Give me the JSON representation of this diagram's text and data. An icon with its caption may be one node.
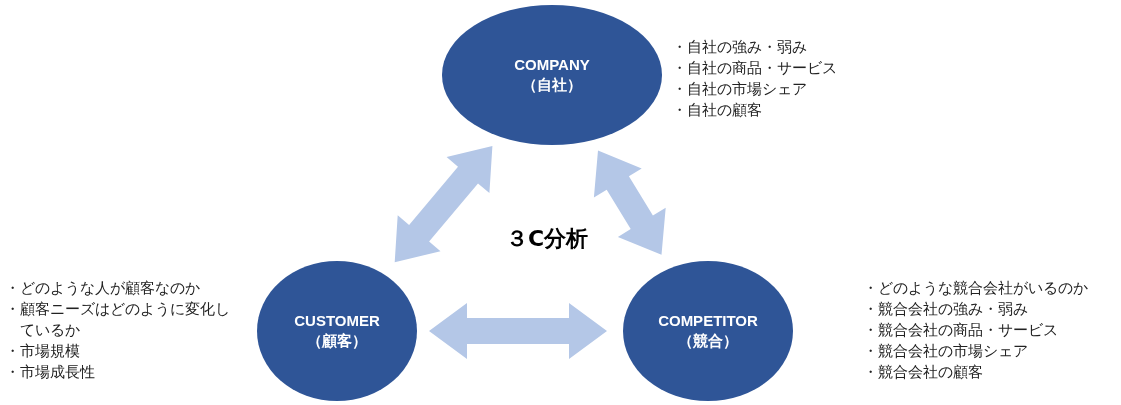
{
  "diagram": {
    "title": "３C分析",
    "nodes": [
      {
        "text": [
          "COMPANY",
          "（自社）"
        ],
        "beside": [
          "・自社の強み・弱み",
          "・自社の商品・サービス",
          "・自社の市場シェア",
          "・自社の顧客"
        ]
      },
      {
        "text": [
          "CUSTOMER",
          "（顧客）"
        ],
        "beside": [
          "・どのような人が顧客なのか",
          "・顧客ニーズはどのように変化しているか",
          "・市場規模",
          "・市場成長性"
        ]
      },
      {
        "text": [
          "COMPETITOR",
          "（競合）"
        ],
        "beside": [
          "・どのような競合会社がいるのか",
          "・競合会社の強み・弱み",
          "・競合会社の商品・サービス",
          "・競合会社の市場シェア",
          "・競合会社の顧客"
        ]
      }
    ],
    "edges": [
      {
        "from": 0,
        "to": 1,
        "arrow": "both"
      },
      {
        "from": 0,
        "to": 2,
        "arrow": "both"
      },
      {
        "from": 1,
        "to": 2,
        "arrow": "both"
      }
    ]
  }
}
